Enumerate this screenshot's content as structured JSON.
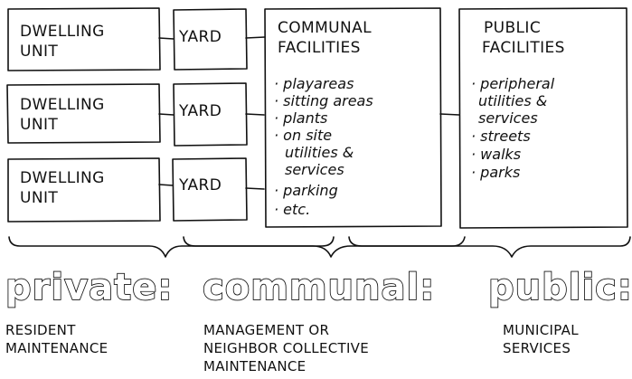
{
  "dwelling_units": [
    {
      "line1": "DWELLING",
      "line2": "UNIT"
    },
    {
      "line1": "DWELLING",
      "line2": "UNIT"
    },
    {
      "line1": "DWELLING",
      "line2": "UNIT"
    }
  ],
  "yards": [
    "YARD",
    "YARD",
    "YARD"
  ],
  "communal_facilities": {
    "title_line1": "COMMUNAL",
    "title_line2": "FACILITIES",
    "items": [
      "· playareas",
      "· sitting areas",
      "· plants",
      "· on site",
      "utilities &",
      "services",
      "· parking",
      "· etc."
    ]
  },
  "public_facilities": {
    "title_line1": "PUBLIC",
    "title_line2": "FACILITIES",
    "items": [
      "· peripheral",
      "utilities &",
      "services",
      "· streets",
      "· walks",
      "· parks"
    ]
  },
  "categories": [
    {
      "title": "private:",
      "desc": [
        "RESIDENT",
        "MAINTENANCE"
      ]
    },
    {
      "title": "communal:",
      "desc": [
        "MANAGEMENT OR",
        "NEIGHBOR COLLECTIVE",
        "MAINTENANCE"
      ]
    },
    {
      "title": "public:",
      "desc": [
        "MUNICIPAL",
        "SERVICES"
      ]
    }
  ]
}
